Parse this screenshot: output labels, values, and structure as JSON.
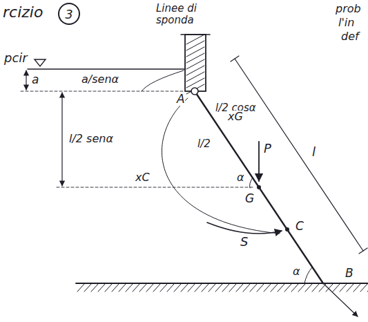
{
  "diagram": {
    "title": "rcizio",
    "nodes": [
      {
        "text": [
          "3"
        ]
      }
    ],
    "labels": [
      "Linee di sponda",
      "prob",
      "l'in",
      "def",
      "pcir",
      "a",
      "a/senα",
      "l/2 cosα",
      "A",
      "l/2 senα",
      "l/2",
      "xG",
      "α",
      "G",
      "P",
      "C",
      "xC",
      "l",
      "S",
      "α",
      "B"
    ]
  }
}
